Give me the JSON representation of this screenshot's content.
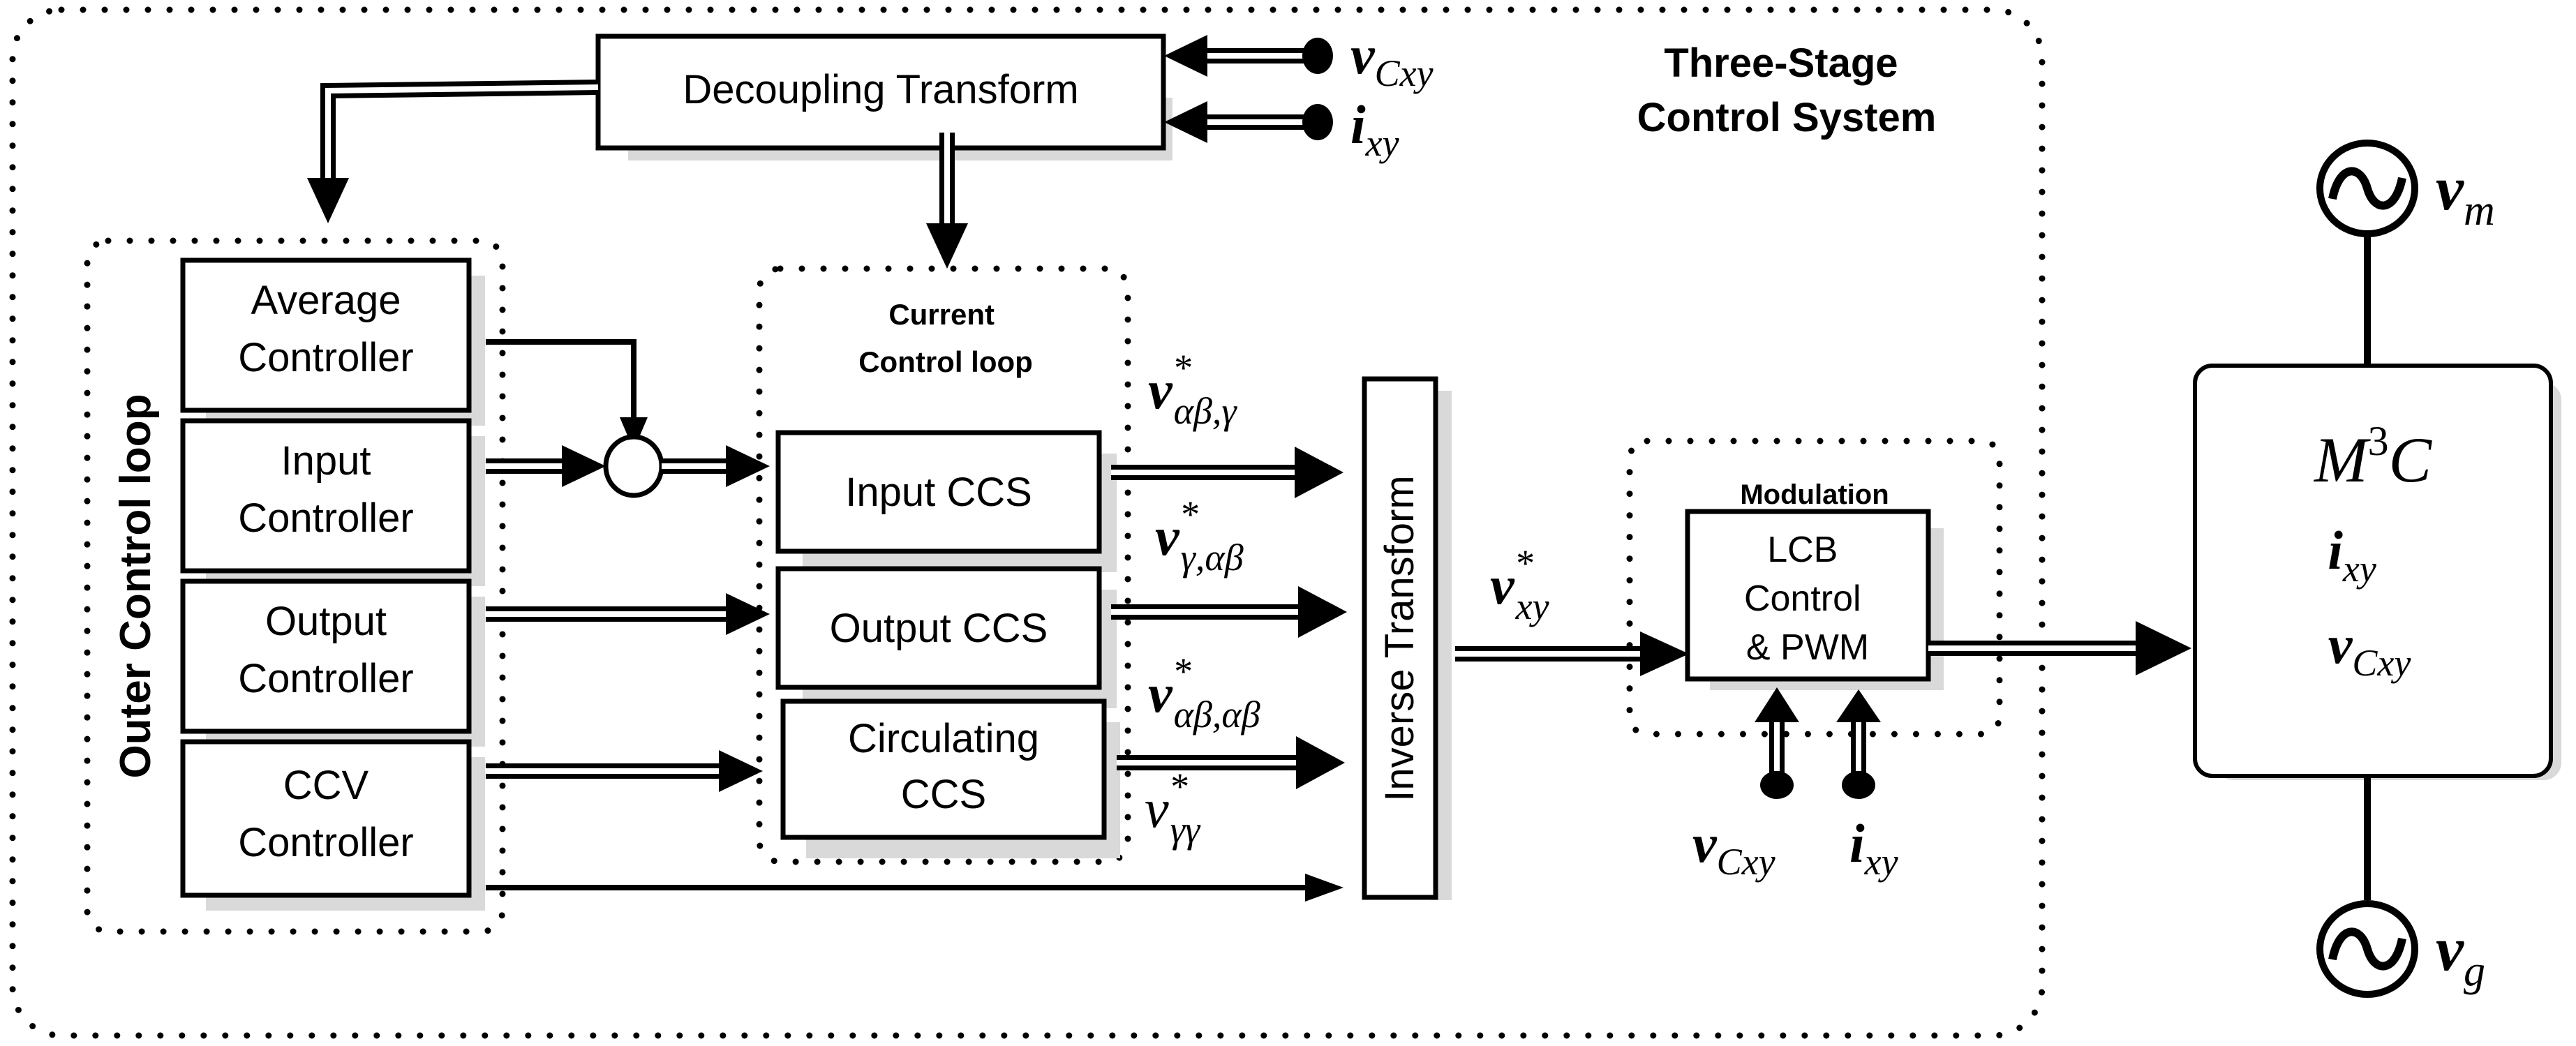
{
  "title": "Three-Stage Control System",
  "title_lines": [
    "Three-Stage",
    "Control System"
  ],
  "decoupling": {
    "label": "Decoupling  Transform",
    "inputs": [
      {
        "main": "v",
        "sub": "Cxy"
      },
      {
        "main": "i",
        "sub": "xy"
      }
    ]
  },
  "outer_loop": {
    "label": "Outer Control loop",
    "controllers": [
      {
        "line1": "Average",
        "line2": "Controller"
      },
      {
        "line1": "Input",
        "line2": "Controller"
      },
      {
        "line1": "Output",
        "line2": "Controller"
      },
      {
        "line1": "CCV",
        "line2": "Controller"
      }
    ]
  },
  "current_loop": {
    "label_lines": [
      "Current",
      "Control loop"
    ],
    "blocks": [
      {
        "line1": "Input CCS",
        "line2": ""
      },
      {
        "line1": "Output CCS",
        "line2": ""
      },
      {
        "line1": "Circulating",
        "line2": "CCS"
      }
    ]
  },
  "signals": [
    {
      "main": "v",
      "sup": "*",
      "sub": "αβ,γ"
    },
    {
      "main": "v",
      "sup": "*",
      "sub": "γ,αβ"
    },
    {
      "main": "v",
      "sup": "*",
      "sub": "αβ,αβ"
    },
    {
      "main": "v",
      "sup": "*",
      "sub": "γγ"
    }
  ],
  "inverse_transform": {
    "label": "Inverse Transform"
  },
  "vxy_signal": {
    "main": "v",
    "sup": "*",
    "sub": "xy"
  },
  "modulation": {
    "label": "Modulation",
    "block_lines": [
      "LCB",
      "Control",
      "& PWM"
    ],
    "inputs": [
      {
        "main": "v",
        "sub": "Cxy"
      },
      {
        "main": "i",
        "sub": "xy"
      }
    ]
  },
  "converter": {
    "name_main": "M",
    "name_sup": "3",
    "name_tail": "C",
    "states": [
      {
        "main": "i",
        "sub": "xy"
      },
      {
        "main": "v",
        "sub": "Cxy"
      }
    ]
  },
  "sources": [
    {
      "main": "v",
      "sub": "m",
      "icon": "ac-source-icon"
    },
    {
      "main": "v",
      "sub": "g",
      "icon": "ac-source-icon"
    }
  ]
}
